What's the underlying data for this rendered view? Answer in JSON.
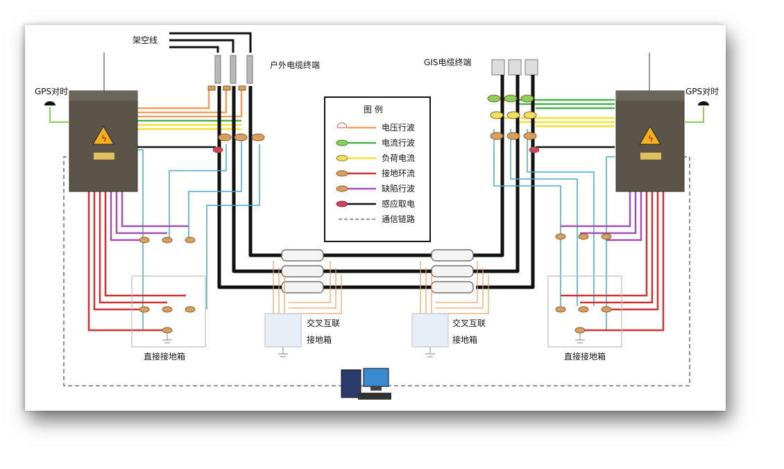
{
  "labels": {
    "overhead_line": "架空线",
    "outdoor_termination": "户外电缆终端",
    "gis_termination": "GIS电缆终端",
    "gps_left": "GPS对时",
    "gps_right": "GPS对时",
    "cross_bond_left": "交叉互联",
    "ground_box_left": "接地箱",
    "cross_bond_right": "交叉互联",
    "ground_box_right": "接地箱",
    "direct_ground_left": "直接接地箱",
    "direct_ground_right": "直接接地箱"
  },
  "legend": {
    "title": "图 例",
    "items": [
      {
        "label": "电压行波",
        "color": "#f0a060",
        "icon": "voltage-sensor-icon"
      },
      {
        "label": "电流行波",
        "color": "#4caf50",
        "icon": "current-sensor-icon"
      },
      {
        "label": "负荷电流",
        "color": "#f5e030",
        "icon": "load-sensor-icon"
      },
      {
        "label": "接地环流",
        "color": "#d03030",
        "icon": "ground-current-sensor-icon"
      },
      {
        "label": "缺陷行波",
        "color": "#a050b0",
        "icon": "defect-sensor-icon"
      },
      {
        "label": "感应取电",
        "color": "#111111",
        "icon": "induction-power-icon"
      },
      {
        "label": "通信链路",
        "color": "#555555",
        "icon": "dashed-line"
      }
    ]
  },
  "colors": {
    "voltage": "#f0a060",
    "current": "#4caf50",
    "load": "#f5e030",
    "ground": "#d03030",
    "defect": "#a050b0",
    "power": "#111111",
    "comm": "#555555",
    "cable": "#111111",
    "sheath": "#4aa8c8",
    "cabinet": "#5a5548",
    "sensor": "#d8a060"
  }
}
